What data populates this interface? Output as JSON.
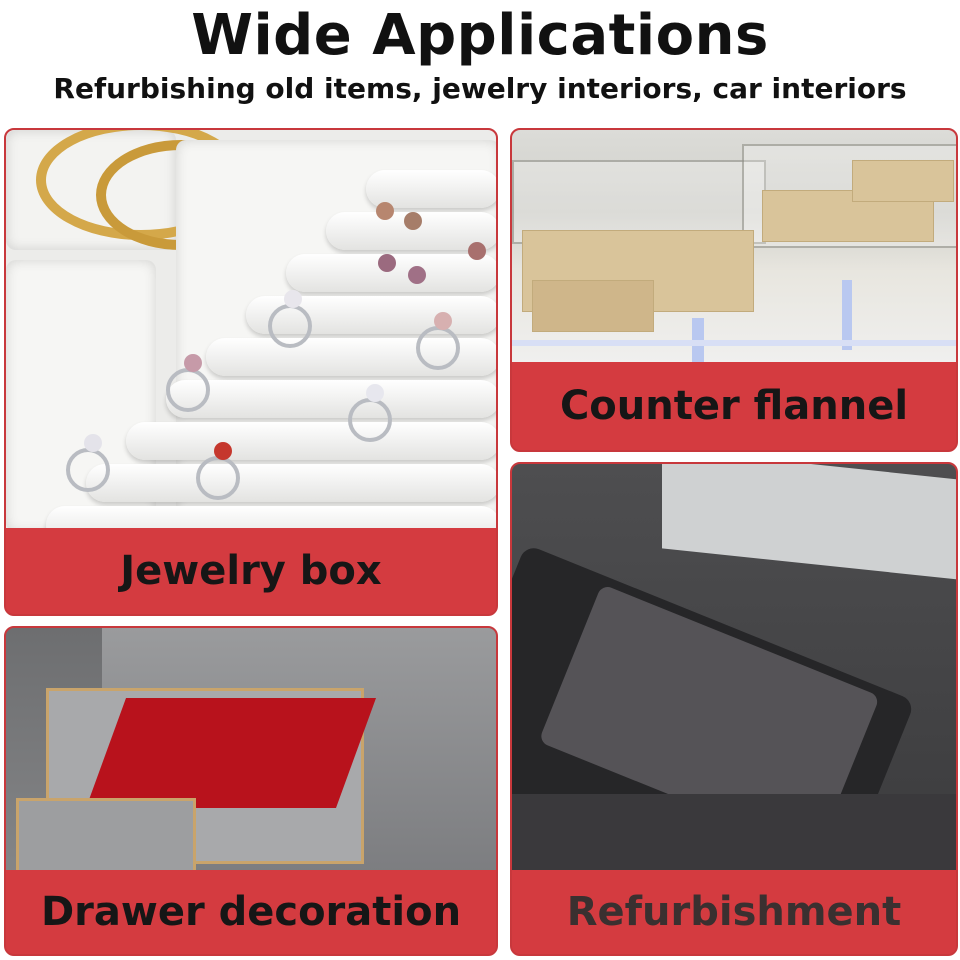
{
  "header": {
    "title": "Wide Applications",
    "subtitle": "Refurbishing old items, jewelry interiors, car interiors"
  },
  "panels": {
    "jewelry_box": {
      "label": "Jewelry box"
    },
    "counter": {
      "label": "Counter flannel"
    },
    "drawer": {
      "label": "Drawer decoration"
    },
    "refurbishment": {
      "label": "Refurbishment"
    }
  },
  "colors": {
    "accent_red": "#d43b40",
    "label_text": "#161616",
    "title_text": "#111111"
  }
}
